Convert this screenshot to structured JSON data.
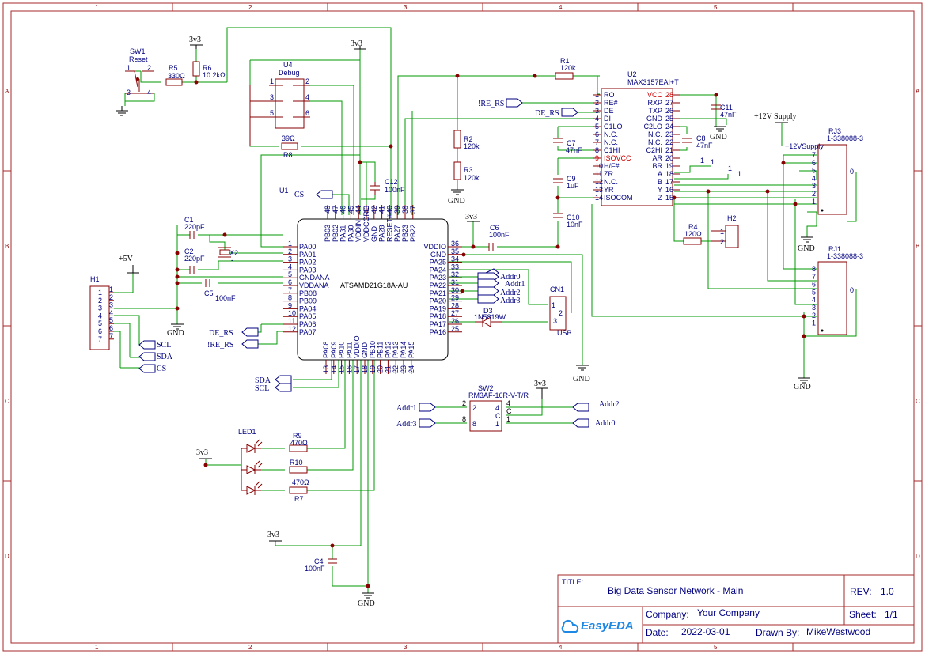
{
  "frame": {
    "cols": [
      "1",
      "2",
      "3",
      "4",
      "5"
    ],
    "rows": [
      "A",
      "B",
      "C",
      "D"
    ]
  },
  "title_block": {
    "title_label": "TITLE:",
    "title": "Big Data Sensor Network - Main",
    "rev_label": "REV:",
    "rev": "1.0",
    "company_label": "Company:",
    "company": "Your Company",
    "sheet_label": "Sheet:",
    "sheet": "1/1",
    "date_label": "Date:",
    "date": "2022-03-01",
    "drawn_label": "Drawn By:",
    "drawn_by": "MikeWestwood",
    "logo": "EasyEDA"
  },
  "nets": {
    "v3_1": "3v3",
    "v3_2": "3v3",
    "v3_3": "3v3",
    "v3_4": "3v3",
    "v3_5": "3v3",
    "v3_6": "3v3",
    "gnd": "GND",
    "v5": "+5V",
    "v12": "+12V Supply",
    "v12_small": "+12VSupply",
    "cs1": "CS",
    "cs2": "CS",
    "scl1": "SCL",
    "scl2": "SCL",
    "sda1": "SDA",
    "sda2": "SDA",
    "re1": "!RE_RS",
    "re2": "!RE_RS",
    "de1": "DE_RS",
    "de2": "DE_RS",
    "addr0": "Addr0",
    "addr1": "Addr1",
    "addr2": "Addr2",
    "addr3": "Addr3",
    "addr0b": "Addr0",
    "addr1b": "Addr1",
    "addr2b": "Addr2",
    "addr3b": "Addr3",
    "one_a": "1",
    "one_b": "1"
  },
  "components": {
    "sw1": {
      "ref": "SW1",
      "value": "Reset"
    },
    "r5": {
      "ref": "R5",
      "value": "330Ω"
    },
    "r6": {
      "ref": "R6",
      "value": "10.2kΩ"
    },
    "u4": {
      "ref": "U4",
      "value": "Debug"
    },
    "r8": {
      "ref": "R8",
      "value": "39Ω"
    },
    "c12": {
      "ref": "C12",
      "value": "100nF"
    },
    "u1": {
      "ref": "U1",
      "value": "ATSAMD21G18A-AU"
    },
    "c1": {
      "ref": "C1",
      "value": "220pF"
    },
    "c2": {
      "ref": "C2",
      "value": "220pF"
    },
    "x2": {
      "ref": "X2",
      "value": "-"
    },
    "c5": {
      "ref": "C5",
      "value": "100nF"
    },
    "h1": {
      "ref": "H1"
    },
    "c6": {
      "ref": "C6",
      "value": "100nF"
    },
    "cn1": {
      "ref": "CN1",
      "value": "USB"
    },
    "d3": {
      "ref": "D3",
      "value": "1N5819W"
    },
    "sw2": {
      "ref": "SW2",
      "value": "RM3AF-16R-V-T/R"
    },
    "led1": {
      "ref": "LED1"
    },
    "r9": {
      "ref": "R9",
      "value": "470Ω"
    },
    "r10": {
      "ref": "R10",
      "value": ""
    },
    "r7": {
      "ref": "R7",
      "value": "470Ω"
    },
    "c4": {
      "ref": "C4",
      "value": "100nF"
    },
    "r1": {
      "ref": "R1",
      "value": "120k"
    },
    "r2": {
      "ref": "R2",
      "value": "120k"
    },
    "r3": {
      "ref": "R3",
      "value": "120k"
    },
    "u2": {
      "ref": "U2",
      "value": "MAX3157EAI+T"
    },
    "c11": {
      "ref": "C11",
      "value": "47nF"
    },
    "c8": {
      "ref": "C8",
      "value": "47nF"
    },
    "c7": {
      "ref": "C7",
      "value": "47nF"
    },
    "c9": {
      "ref": "C9",
      "value": "1uF"
    },
    "c10": {
      "ref": "C10",
      "value": "10nF"
    },
    "r4": {
      "ref": "R4",
      "value": "120Ω"
    },
    "h2": {
      "ref": "H2"
    },
    "rj3": {
      "ref": "RJ3",
      "value": "1-338088-3"
    },
    "rj1": {
      "ref": "RJ1",
      "value": "1-338088-3"
    }
  },
  "u1_left_pins": [
    {
      "n": "1",
      "name": "PA00"
    },
    {
      "n": "2",
      "name": "PA01"
    },
    {
      "n": "3",
      "name": "PA02"
    },
    {
      "n": "4",
      "name": "PA03"
    },
    {
      "n": "5",
      "name": "GNDANA"
    },
    {
      "n": "6",
      "name": "VDDANA"
    },
    {
      "n": "7",
      "name": "PB08"
    },
    {
      "n": "8",
      "name": "PB09"
    },
    {
      "n": "9",
      "name": "PA04"
    },
    {
      "n": "10",
      "name": "PA05"
    },
    {
      "n": "11",
      "name": "PA06"
    },
    {
      "n": "12",
      "name": "PA07"
    }
  ],
  "u1_right_pins": [
    {
      "n": "36",
      "name": "VDDIO"
    },
    {
      "n": "35",
      "name": "GND"
    },
    {
      "n": "34",
      "name": "PA25"
    },
    {
      "n": "33",
      "name": "PA24"
    },
    {
      "n": "32",
      "name": "PA23"
    },
    {
      "n": "31",
      "name": "PA22"
    },
    {
      "n": "30",
      "name": "PA21"
    },
    {
      "n": "29",
      "name": "PA20"
    },
    {
      "n": "28",
      "name": "PA19"
    },
    {
      "n": "27",
      "name": "PA18"
    },
    {
      "n": "26",
      "name": "PA17"
    },
    {
      "n": "25",
      "name": "PA16"
    }
  ],
  "u1_top_pins": [
    {
      "n": "48",
      "name": "PB03"
    },
    {
      "n": "47",
      "name": "PB02"
    },
    {
      "n": "46",
      "name": "PA31"
    },
    {
      "n": "45",
      "name": "PA30"
    },
    {
      "n": "44",
      "name": "VDDIN"
    },
    {
      "n": "43",
      "name": "VDDCORE"
    },
    {
      "n": "42",
      "name": "GND"
    },
    {
      "n": "41",
      "name": "PA28"
    },
    {
      "n": "40",
      "name": "RESET#"
    },
    {
      "n": "39",
      "name": "PA27"
    },
    {
      "n": "38",
      "name": "PB23"
    },
    {
      "n": "37",
      "name": "PB22"
    }
  ],
  "u1_bottom_pins": [
    {
      "n": "13",
      "name": "PA08"
    },
    {
      "n": "14",
      "name": "PA09"
    },
    {
      "n": "15",
      "name": "PA10"
    },
    {
      "n": "16",
      "name": "PA11"
    },
    {
      "n": "17",
      "name": "VDDIO"
    },
    {
      "n": "18",
      "name": "GND"
    },
    {
      "n": "19",
      "name": "PB10"
    },
    {
      "n": "20",
      "name": "PB11"
    },
    {
      "n": "21",
      "name": "PA12"
    },
    {
      "n": "22",
      "name": "PA13"
    },
    {
      "n": "23",
      "name": "PA14"
    },
    {
      "n": "24",
      "name": "PA15"
    }
  ],
  "u2_left_pins": [
    {
      "n": "1",
      "name": "RO"
    },
    {
      "n": "2",
      "name": "RE#"
    },
    {
      "n": "3",
      "name": "DE"
    },
    {
      "n": "4",
      "name": "DI"
    },
    {
      "n": "5",
      "name": "C1LO"
    },
    {
      "n": "6",
      "name": "N.C."
    },
    {
      "n": "7",
      "name": "N.C."
    },
    {
      "n": "8",
      "name": "C1HI"
    },
    {
      "n": "9",
      "name": "ISOVCC"
    },
    {
      "n": "10",
      "name": "H/F#"
    },
    {
      "n": "11",
      "name": "ZR"
    },
    {
      "n": "12",
      "name": "N.C."
    },
    {
      "n": "13",
      "name": "YR"
    },
    {
      "n": "14",
      "name": "ISOCOM"
    }
  ],
  "u2_right_pins": [
    {
      "n": "28",
      "name": "VCC"
    },
    {
      "n": "27",
      "name": "RXP"
    },
    {
      "n": "26",
      "name": "TXP"
    },
    {
      "n": "25",
      "name": "GND"
    },
    {
      "n": "24",
      "name": "C2LO"
    },
    {
      "n": "23",
      "name": "N.C."
    },
    {
      "n": "22",
      "name": "N.C."
    },
    {
      "n": "21",
      "name": "C2HI"
    },
    {
      "n": "20",
      "name": "AR"
    },
    {
      "n": "19",
      "name": "BR"
    },
    {
      "n": "18",
      "name": "A"
    },
    {
      "n": "17",
      "name": "B"
    },
    {
      "n": "16",
      "name": "Y"
    },
    {
      "n": "15",
      "name": "Z"
    }
  ],
  "h1_pins": [
    "1",
    "2",
    "3",
    "4",
    "5",
    "6",
    "7"
  ],
  "h1_pin_nums": [
    "1",
    "2",
    "3",
    "4",
    "5",
    "6",
    "7"
  ],
  "rj3_pins": [
    "7",
    "6",
    "5",
    "4",
    "3",
    "2",
    "1"
  ],
  "rj1_pins": [
    "8",
    "7",
    "6",
    "5",
    "4",
    "3",
    "2",
    "1"
  ],
  "u4_pins": [
    "1",
    "2",
    "3",
    "4",
    "5",
    "6"
  ],
  "cn1_pins": [
    "1",
    "2",
    "3"
  ],
  "sw2_pins": [
    "2",
    "8",
    "4",
    "1"
  ],
  "sw1_pins": [
    "1",
    "2",
    "3",
    "4"
  ],
  "h2_pins": [
    "1",
    "2"
  ],
  "rj_zero": "0",
  "sw2_c": "C"
}
